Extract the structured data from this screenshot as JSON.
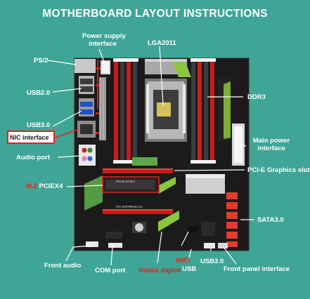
{
  "title": "MOTHERBOARD LAYOUT INSTRUCTIONS",
  "labels": {
    "ps2": "PS/2",
    "power_supply_1": "Power supply",
    "power_supply_2": "interface",
    "lga": "LGA2011",
    "usb20": "USB2.0",
    "ddr3": "DDR3",
    "usb30_left": "USB3.0",
    "nic": "NIC interface",
    "main_power_1": "Main power",
    "main_power_2": "interface",
    "audio_port": "Audio port",
    "pcie": "PCI-E Graphics slot",
    "m2_prefix": "M.2",
    "m2_suffix": "PCIEX4",
    "sata": "SATA3.0",
    "front_audio": "Front audio",
    "com_port": "COM port",
    "status_digital": "Status digital",
    "wifi": "WIFI",
    "usb": "USB",
    "usb30_bottom": "USB3.0",
    "front_panel": "Front panel interface"
  },
  "board_text": {
    "slot_label": "PCI EXPRESS 3.0",
    "m2_slot_label": "PCI-E x4 M.2"
  },
  "colors": {
    "background": "#3fa596",
    "label_text": "#ffffff",
    "accent_red": "#e8201f",
    "board": "#1d1a1b"
  }
}
